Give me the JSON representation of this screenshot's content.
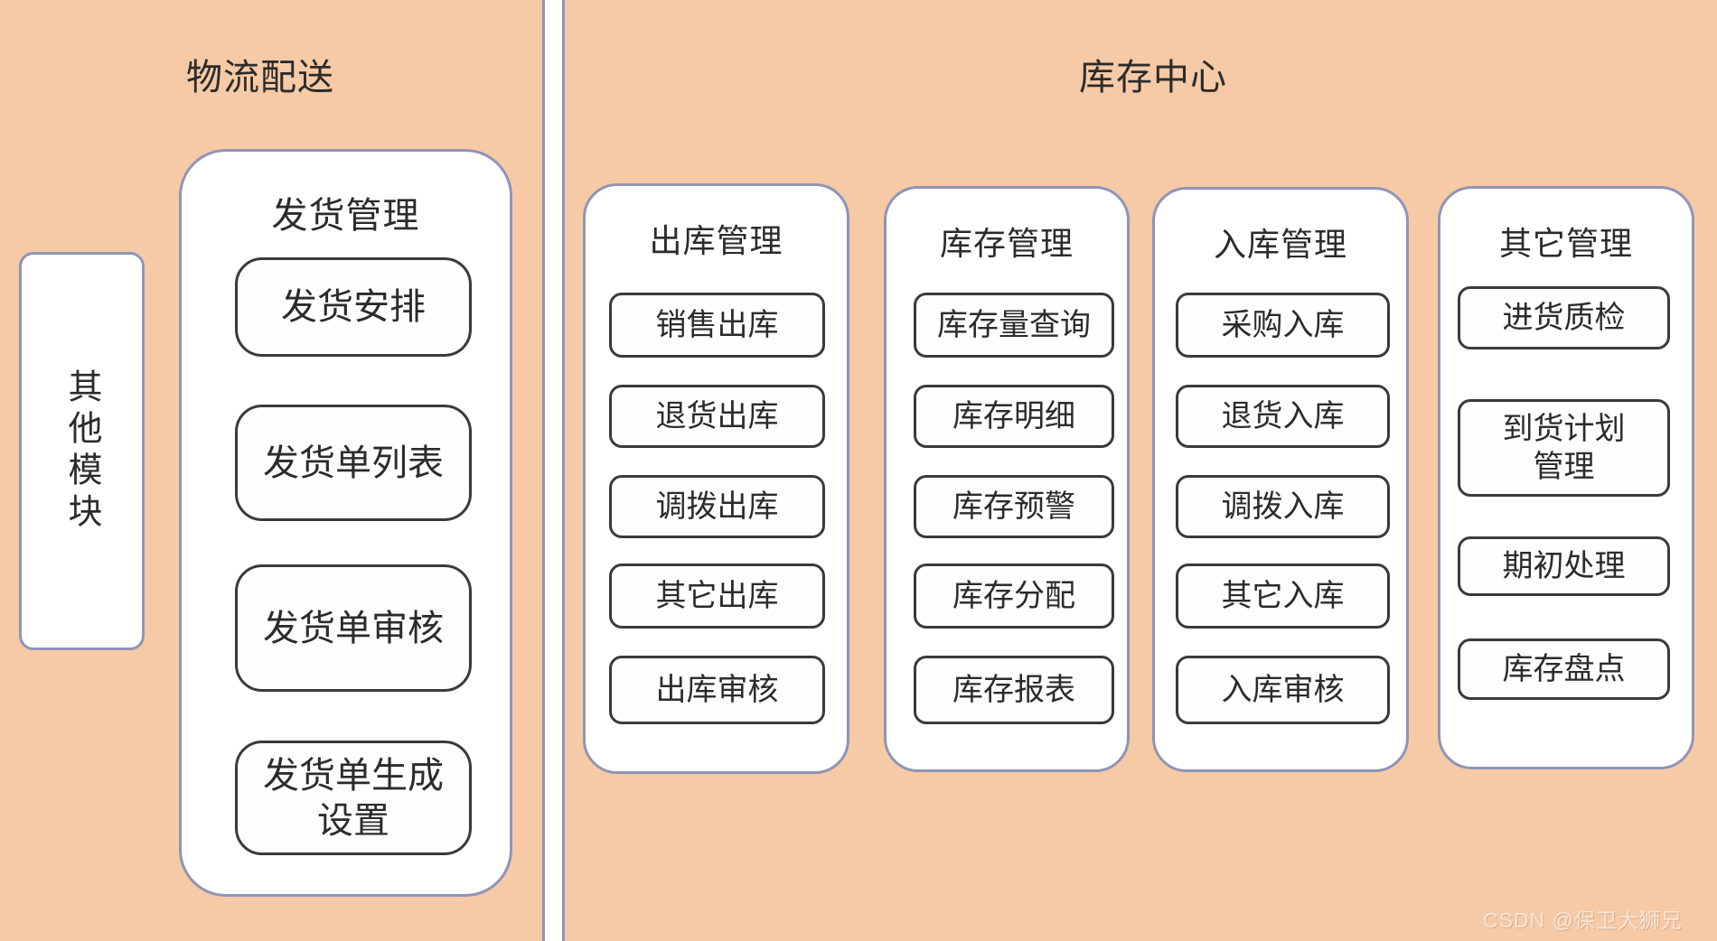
{
  "colors": {
    "panel_fill": "#f6caa6",
    "panel_border": "#8f95b6",
    "card_fill": "#ffffff",
    "card_border": "#8f95b6",
    "item_border": "#3a3a3a",
    "text": "#2b2b2b",
    "watermark_color": "rgba(255,255,255,0.62)"
  },
  "logistics": {
    "title": "物流配送",
    "other_module_label": "其他模块",
    "shipping": {
      "title": "发货管理",
      "items": [
        "发货安排",
        "发货单列表",
        "发货单审核",
        "发货单生成设置"
      ]
    }
  },
  "inventory": {
    "title": "库存中心",
    "columns": [
      {
        "title": "出库管理",
        "items": [
          "销售出库",
          "退货出库",
          "调拨出库",
          "其它出库",
          "出库审核"
        ]
      },
      {
        "title": "库存管理",
        "items": [
          "库存量查询",
          "库存明细",
          "库存预警",
          "库存分配",
          "库存报表"
        ]
      },
      {
        "title": "入库管理",
        "items": [
          "采购入库",
          "退货入库",
          "调拨入库",
          "其它入库",
          "入库审核"
        ]
      },
      {
        "title": "其它管理",
        "items": [
          "进货质检",
          "到货计划管理",
          "期初处理",
          "库存盘点"
        ]
      }
    ]
  },
  "watermark": "CSDN @保卫大狮兄"
}
